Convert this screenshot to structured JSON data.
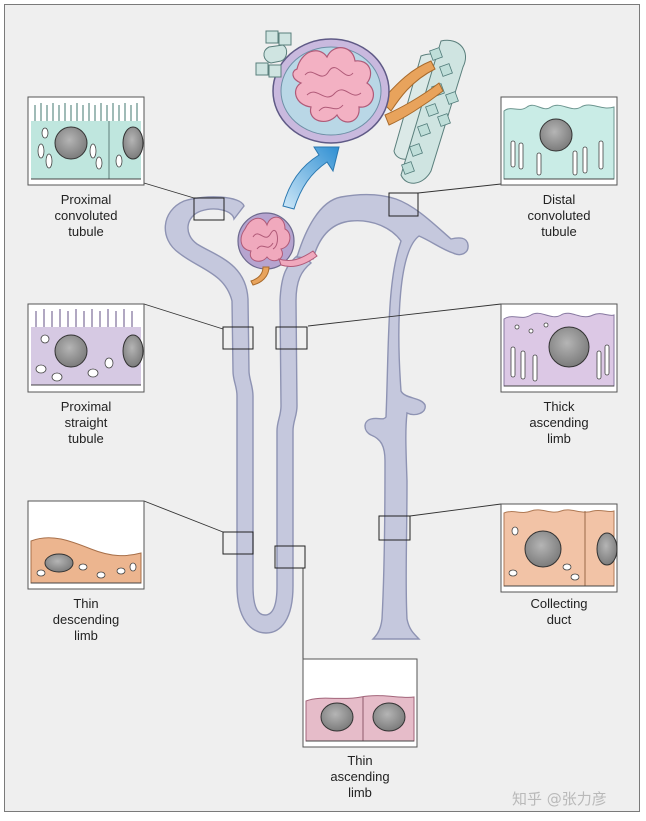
{
  "labels": {
    "proximal_convoluted": "Proximal\nconvoluted\ntubule",
    "proximal_straight": "Proximal\nstraight\ntubule",
    "thin_descending": "Thin\ndescending\nlimb",
    "distal_convoluted": "Distal\nconvoluted\ntubule",
    "thick_ascending": "Thick\nascending\nlimb",
    "collecting_duct": "Collecting\nduct",
    "thin_ascending": "Thin\nascending\nlimb"
  },
  "watermark": "知乎 @张力彦",
  "colors": {
    "tubule": "#c5c8dd",
    "tubule_stroke": "#8e93b3",
    "pct_cells": "#bfe6de",
    "pst_cells": "#d6c9e3",
    "thin_desc_cells": "#ecb58f",
    "dct_cells": "#c9ece6",
    "tal_cells": "#dcc8e5",
    "collecting_cells": "#f2c3a6",
    "thin_asc_cells": "#e6bcc9",
    "nucleus": "#8a8a8a",
    "glomerulus": "#f0a9bd",
    "arrow": "#3b9ad6"
  }
}
